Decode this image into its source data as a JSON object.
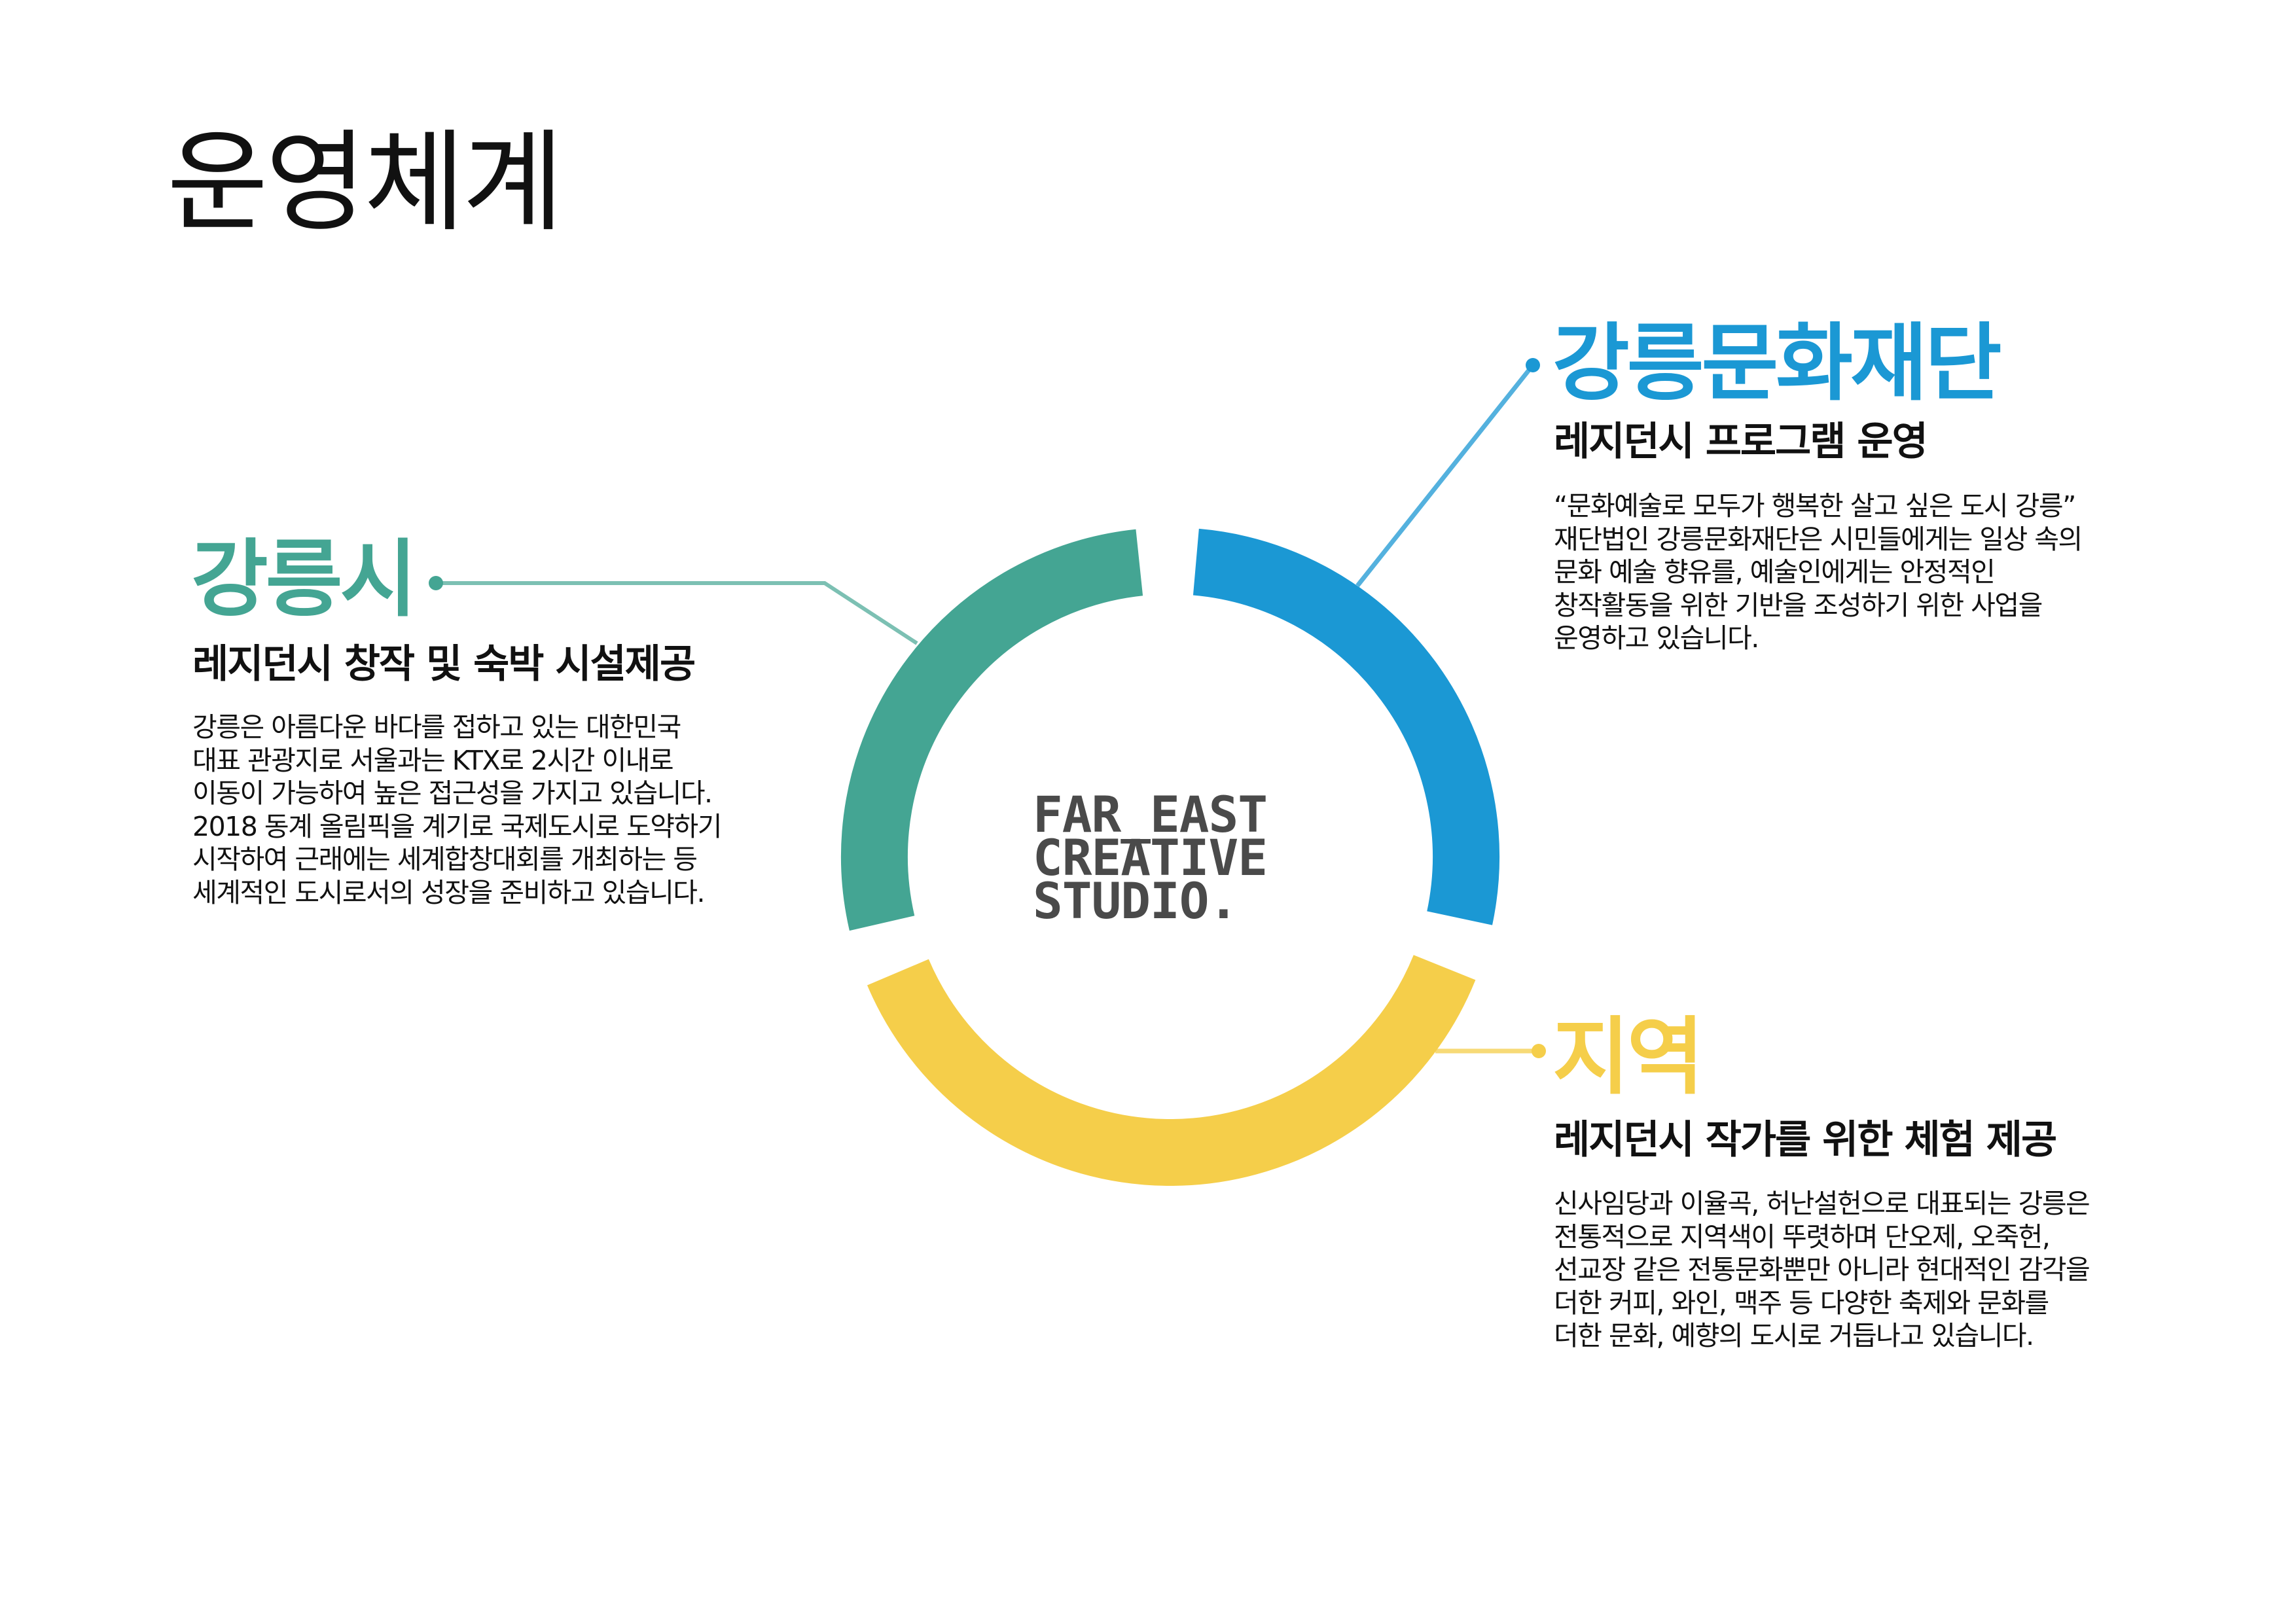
{
  "title": "운영체계",
  "colors": {
    "green": "#44a593",
    "blue": "#1b98d4",
    "yellow": "#f5ce4a",
    "logo": "#4a4a4a"
  },
  "logo": {
    "lines": [
      "FAR_EAST",
      "CREATIVE",
      "STUDIO."
    ]
  },
  "gangneung_city": {
    "heading": "강릉시",
    "subheading": "레지던시 창작 및 숙박 시설제공",
    "body": [
      "강릉은 아름다운 바다를 접하고 있는 대한민국",
      "대표 관광지로 서울과는 KTX로 2시간 이내로",
      "이동이 가능하여 높은 접근성을 가지고 있습니다.",
      "2018 동계 올림픽을 계기로 국제도시로 도약하기",
      "시작하여 근래에는 세계합창대회를 개최하는 등",
      "세계적인 도시로서의 성장을 준비하고 있습니다."
    ]
  },
  "foundation": {
    "heading": "강릉문화재단",
    "subheading": "레지던시 프로그램 운영",
    "body": [
      "“문화예술로 모두가 행복한 살고 싶은 도시 강릉”",
      "재단법인 강릉문화재단은 시민들에게는 일상 속의",
      "문화 예술 향유를, 예술인에게는 안정적인",
      "창작활동을 위한 기반을 조성하기 위한 사업을",
      "운영하고 있습니다."
    ]
  },
  "region": {
    "heading": "지역",
    "subheading": "레지던시 작가를 위한 체험 제공",
    "body": [
      "신사임당과 이율곡, 허난설헌으로 대표되는 강릉은",
      "전통적으로 지역색이 뚜렷하며 단오제, 오죽헌,",
      "선교장 같은 전통문화뿐만 아니라 현대적인 감각을",
      "더한 커피, 와인, 맥주 등 다양한 축제와 문화를",
      "더한 문화, 예향의 도시로 거듭나고 있습니다."
    ]
  }
}
